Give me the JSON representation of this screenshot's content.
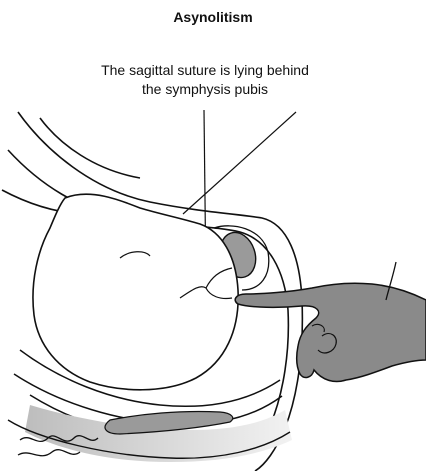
{
  "figure": {
    "title": "Asynolitism",
    "caption_line1": "The sagittal suture is lying behind",
    "caption_line2": "the symphysis pubis"
  },
  "colors": {
    "outline": "#111111",
    "hand_fill": "#8a8a8a",
    "shadow_fill": "#9a9a9a",
    "shading": "#d4d4d4"
  }
}
